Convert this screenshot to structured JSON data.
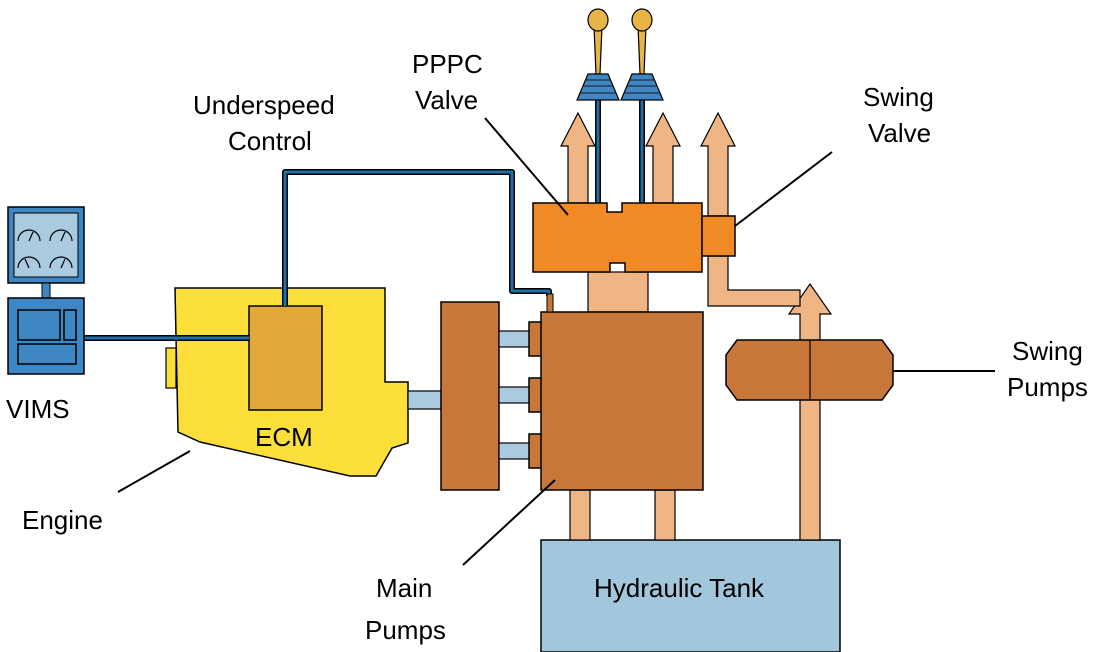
{
  "labels": {
    "pppc_line1": "PPPC",
    "pppc_line2": "Valve",
    "underspeed_line1": "Underspeed",
    "underspeed_line2": "Control",
    "swing_valve_line1": "Swing",
    "swing_valve_line2": "Valve",
    "swing_pumps_line1": "Swing",
    "swing_pumps_line2": "Pumps",
    "vims": "VIMS",
    "ecm": "ECM",
    "engine": "Engine",
    "main_pumps_line1": "Main",
    "main_pumps_line2": "Pumps",
    "hydraulic_tank": "Hydraulic Tank"
  },
  "colors": {
    "engine": "#FDDF3C",
    "ecm": "#E2A83C",
    "pump": "#C8773A",
    "valve": "#F08A25",
    "oil_flow": "#EFB585",
    "tank": "#A2C7DD",
    "coupling": "#A9CADF",
    "control_line": "#2170A8",
    "monitor": "#3E86C4",
    "joystick_knob": "#E7B448"
  }
}
